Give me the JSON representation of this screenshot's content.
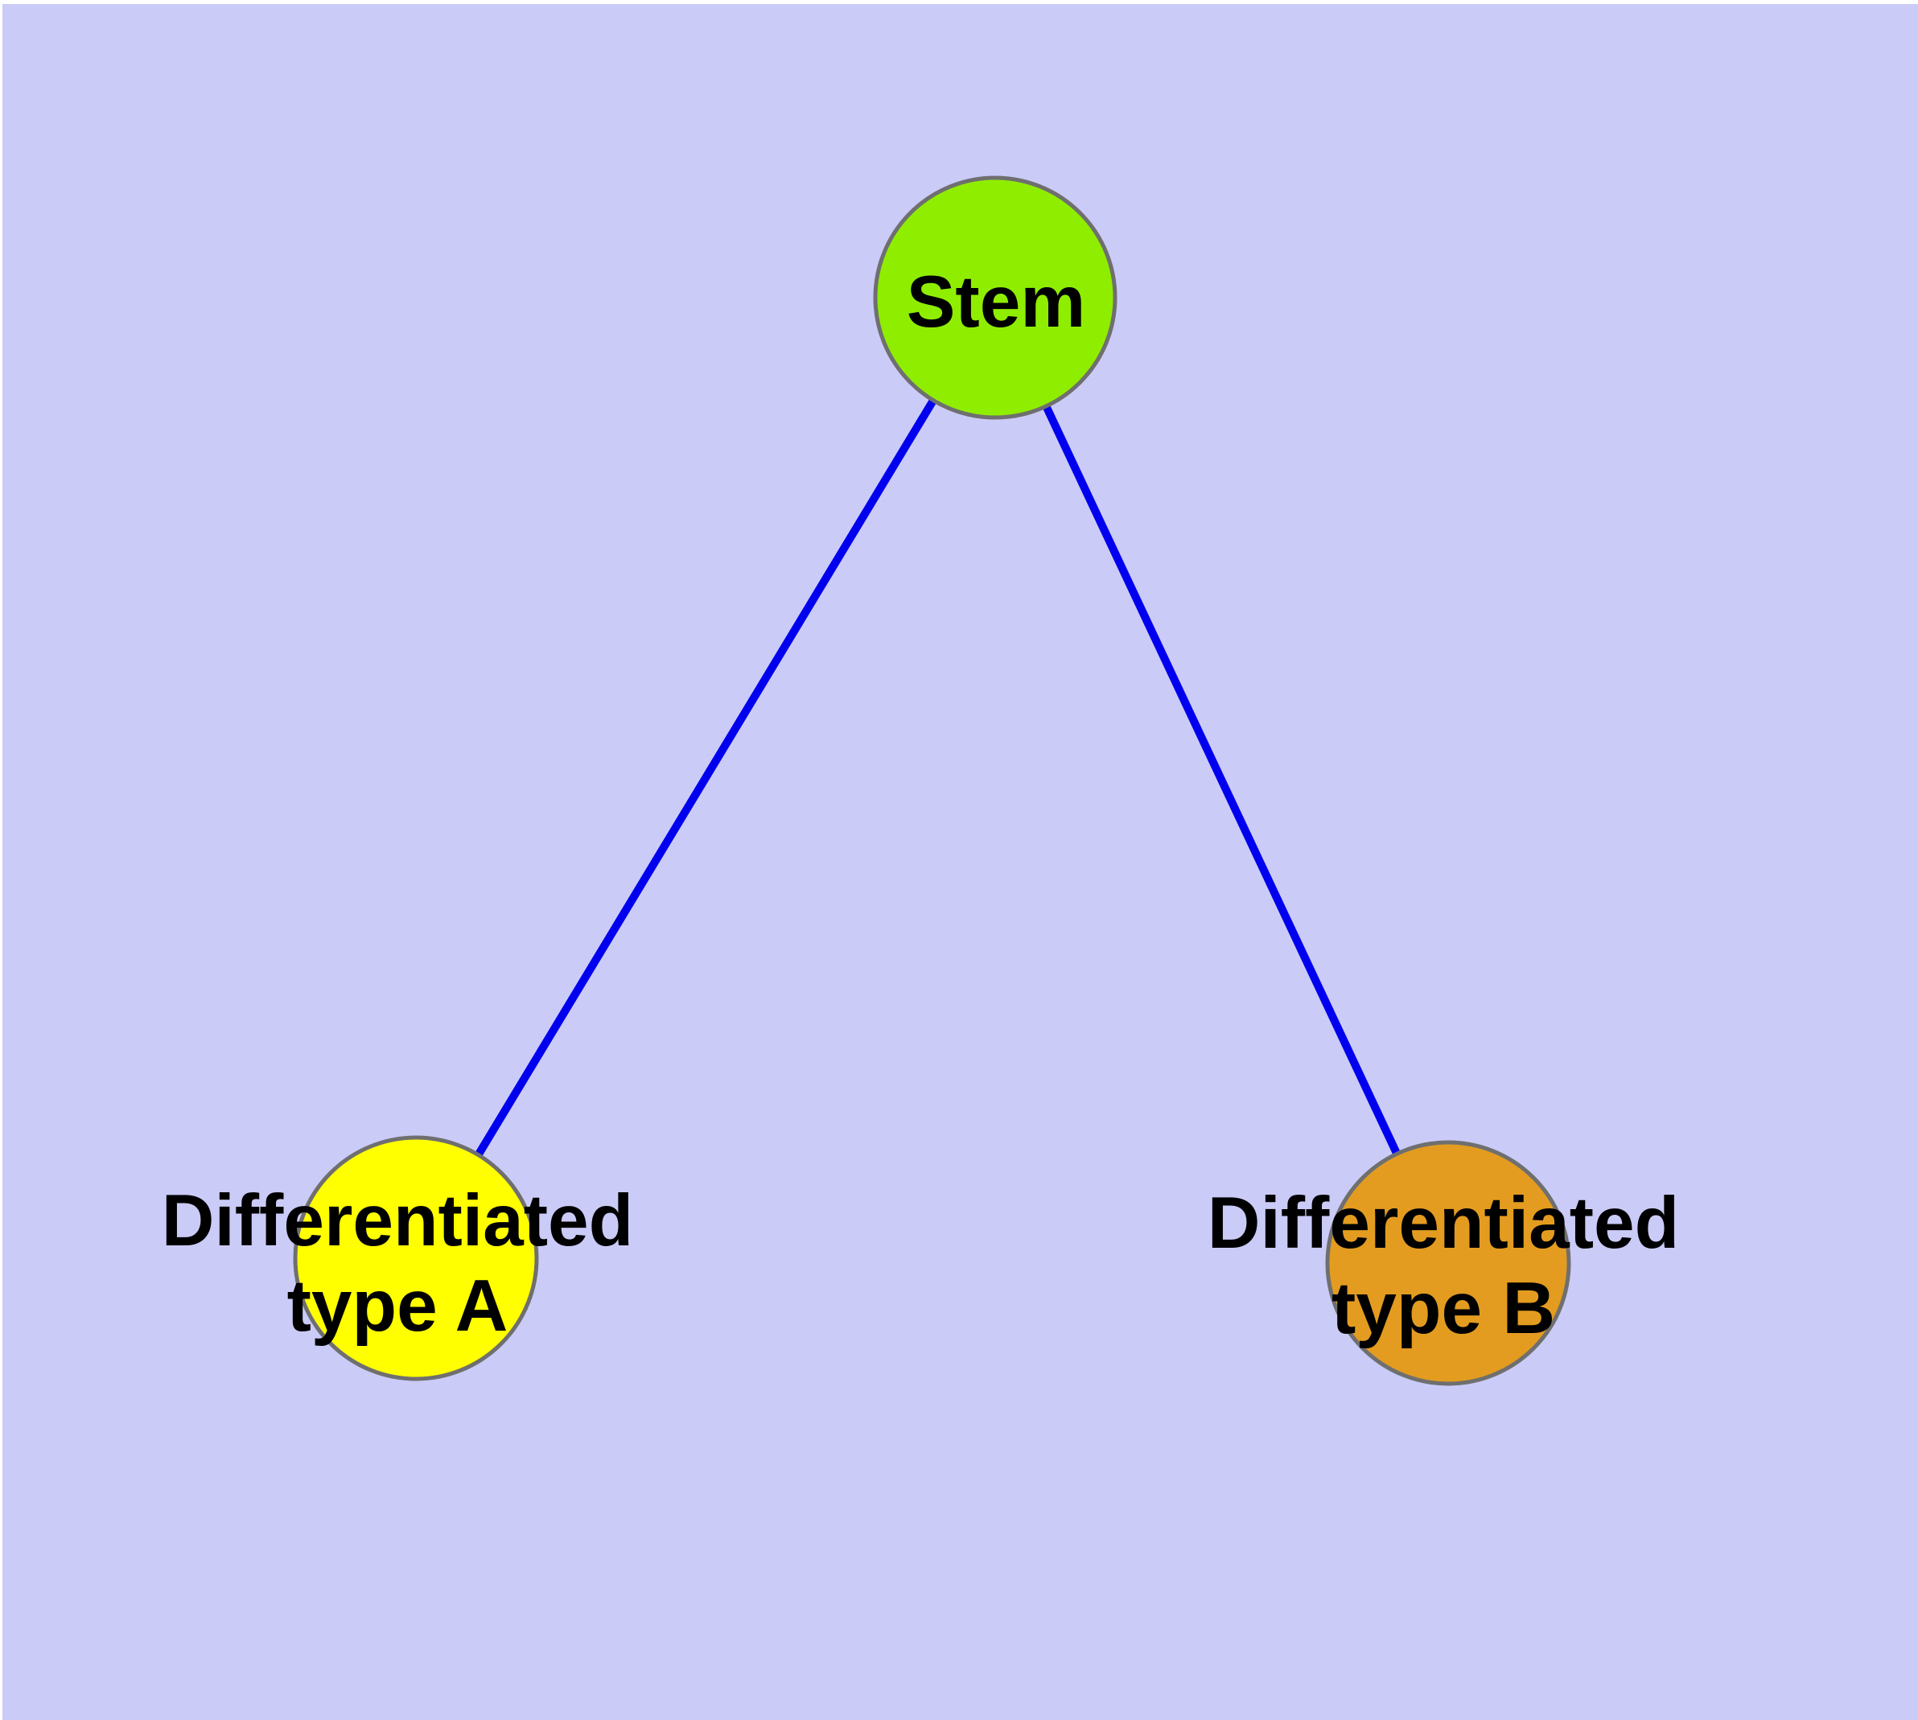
{
  "diagram": {
    "type": "node-link graph",
    "description": "Stem cell differentiation diagram: one stem node connected to two differentiated cell type nodes",
    "colors": {
      "background": "#CBCBF8",
      "page_margin": "#FFFFFF",
      "node_border": "#6F6F6F",
      "edge": "#0000EE",
      "label_text": "#000000"
    },
    "nodes": {
      "stem": {
        "label": "Stem",
        "fill": "#8FEE00"
      },
      "type_a": {
        "label_line1": "Differentiated",
        "label_line2": "type A",
        "fill": "#FFFF00"
      },
      "type_b": {
        "label_line1": "Differentiated",
        "label_line2": "type B",
        "fill": "#E39C20"
      }
    },
    "edges": [
      {
        "from": "Stem",
        "to": "Differentiated type A",
        "color": "#0000EE"
      },
      {
        "from": "Stem",
        "to": "Differentiated type B",
        "color": "#0000EE"
      }
    ]
  }
}
